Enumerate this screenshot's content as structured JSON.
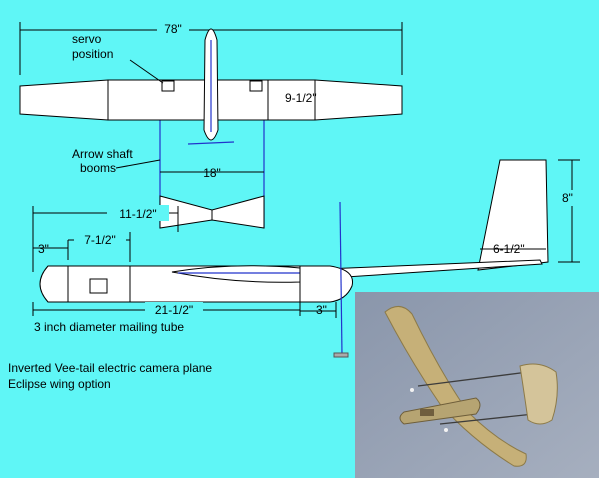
{
  "diagram": {
    "dimensions": {
      "wingspan": "78\"",
      "wing_chord": "9-1/2\"",
      "boom_spacing": "18\"",
      "nose_to_boom": "11-1/2\"",
      "nose_section": "3\"",
      "nose_to_wing": "7-1/2\"",
      "fuselage_length": "21-1/2\"",
      "tail_cone": "3\"",
      "fin_height": "8\"",
      "fin_chord": "6-1/2\""
    },
    "labels": {
      "servo_line1": "servo",
      "servo_line2": "position",
      "booms_line1": "Arrow shaft",
      "booms_line2": "booms",
      "tube": "3 inch diameter mailing tube"
    },
    "caption": {
      "line1": "Inverted Vee-tail electric camera plane",
      "line2": "Eclipse wing option"
    }
  }
}
